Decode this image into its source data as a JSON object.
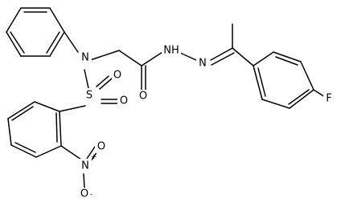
{
  "molecule": {
    "atoms": {
      "n_amide": "N",
      "s": "S",
      "o_s_top": "O",
      "o_s_right": "O",
      "o_carbonyl": "O",
      "nh_hydrazide": "NH",
      "n_hydrazone": "N",
      "n_nitro": "N",
      "nitro_plus": "+",
      "o_nitro_upper": "O",
      "o_nitro_lower": "O",
      "o_nitro_minus": "-",
      "f": "F"
    },
    "colors": {
      "line": "#000000",
      "background": "#ffffff"
    }
  }
}
